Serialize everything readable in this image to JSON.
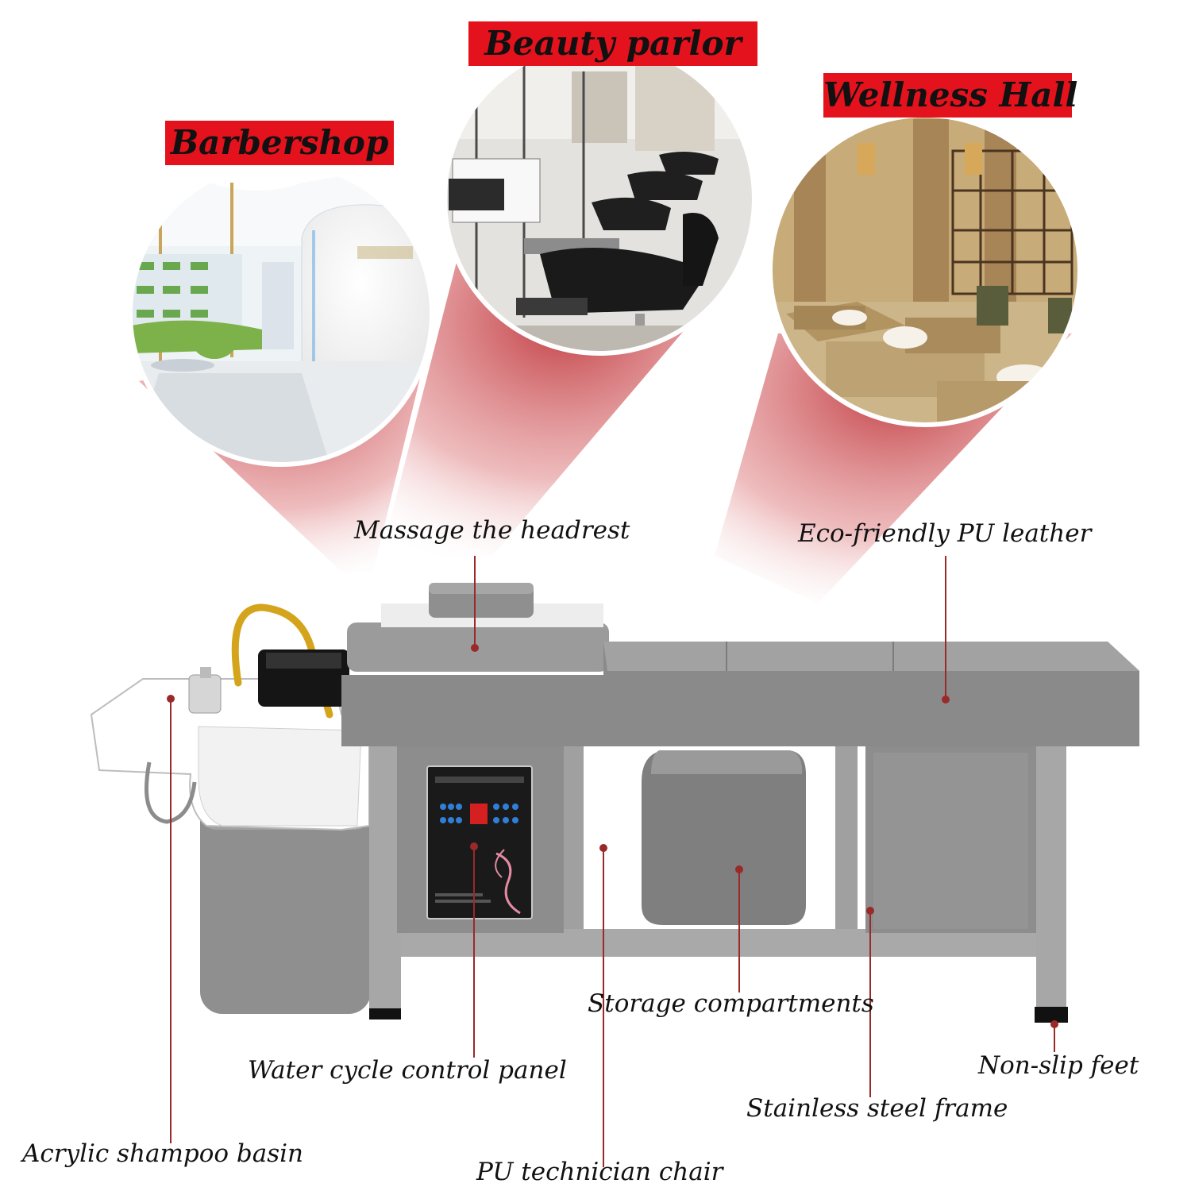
{
  "scenes": {
    "barbershop": {
      "label": "Barbershop"
    },
    "beauty_parlor": {
      "label": "Beauty parlor"
    },
    "wellness_hall": {
      "label": "Wellness Hall"
    }
  },
  "callouts": {
    "headrest": "Massage the headrest",
    "leather": "Eco-friendly PU leather",
    "storage": "Storage compartments",
    "control_panel": "Water cycle control panel",
    "feet": "Non-slip feet",
    "frame": "Stainless steel frame",
    "basin": "Acrylic shampoo basin",
    "chair": "PU technician chair"
  },
  "colors": {
    "accent": "#e4121c",
    "leader": "#9a2a2a",
    "upholstery": "#8e8e8e",
    "frame": "#a9a9a9",
    "basin": "#ffffff",
    "rail": "#d4a51c"
  }
}
